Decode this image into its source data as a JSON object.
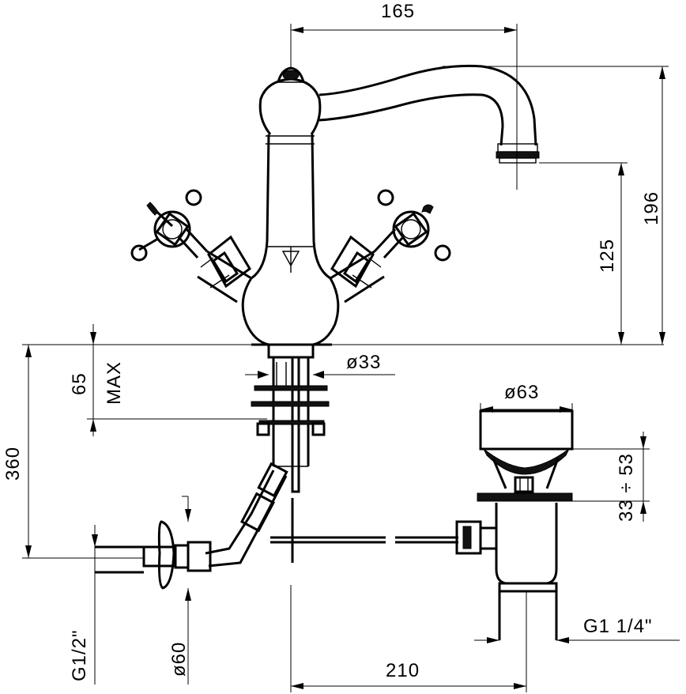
{
  "dimensions": {
    "spout_reach": "165",
    "total_height": "196",
    "spout_height": "125",
    "body_diameter": "ø33",
    "deck_thickness_value": "65",
    "deck_thickness_suffix": "MAX",
    "below_deck_length": "360",
    "waste_diameter": "ø63",
    "waste_range": "33 ÷ 53",
    "waste_thread": "G1  1/4\"",
    "inlet_thread": "G1/2\"",
    "rosette_diameter": "ø60",
    "pop_up_distance": "210"
  }
}
